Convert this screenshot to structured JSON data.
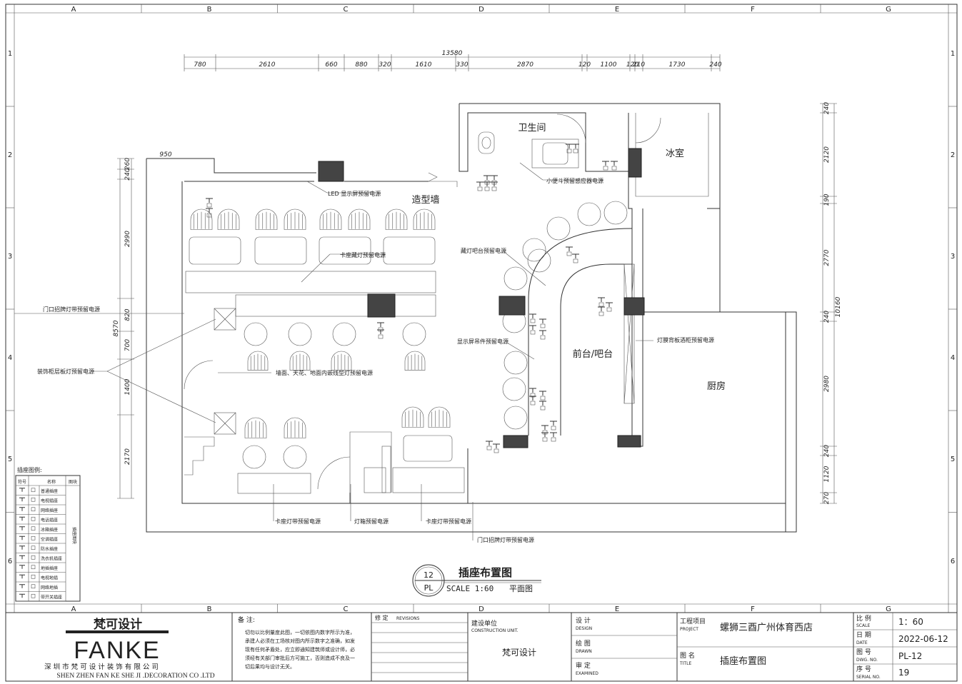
{
  "grid": {
    "columns": [
      "A",
      "B",
      "C",
      "D",
      "E",
      "F",
      "G"
    ],
    "rows": [
      "1",
      "2",
      "3",
      "4",
      "5",
      "6"
    ]
  },
  "dimensions": {
    "total_top": "13580",
    "top": [
      "780",
      "2610",
      "660",
      "880",
      "320",
      "1610",
      "330",
      "2870",
      "120",
      "1100",
      "120",
      "210",
      "1730",
      "240"
    ],
    "left_total": "8570",
    "left": [
      "260",
      "240",
      "2990",
      "820",
      "700",
      "1400",
      "2170"
    ],
    "left_top_width": "950",
    "right_total": "10160",
    "right": [
      "240",
      "2120",
      "190",
      "2770",
      "240",
      "2980",
      "240",
      "1120",
      "270"
    ]
  },
  "rooms": {
    "restroom": "卫生间",
    "cold_room": "冰室",
    "feature_wall": "造型墙",
    "bar": "前台/吧台",
    "kitchen": "厨房"
  },
  "notes": {
    "led": "LED 显示屏预留电源",
    "urinal": "小便斗预留感应器电源",
    "booth_hidden": "卡座藏灯预留电源",
    "bar_hidden": "藏灯吧台预留电源",
    "door_sign_left": "门口招牌灯带预留电源",
    "decor_cabinet": "装饰柜层板灯预留电源",
    "screen_hang": "显示屏吊件预留电源",
    "wall_light": "墙面、天花、地面内嵌线型灯预留电源",
    "lightbox": "灯膜背板酒柜预留电源",
    "booth_strip_1": "卡座灯带预留电源",
    "lightbox_reserve": "灯箱预留电源",
    "booth_strip_2": "卡座灯带预留电源",
    "door_sign_bottom": "门口招牌灯带预留电源"
  },
  "legend": {
    "title": "插座图例:",
    "headers": [
      "符号",
      "名称",
      "图块"
    ],
    "items": [
      "普通插座",
      "电视插座",
      "网络插座",
      "电话插座",
      "冰箱插座",
      "空调插座",
      "防水插座",
      "洗衣机插座",
      "地插插座",
      "电视地插",
      "网络地插",
      "带开关插座"
    ],
    "side_label": "插座图块"
  },
  "drawing_title": {
    "number": "12",
    "code": "PL",
    "name": "插座布置图",
    "scale": "SCALE 1:60",
    "kind": "平面图"
  },
  "title_block": {
    "company_cn": "梵可设计",
    "company_logo": "FANKE",
    "company_full_cn": "深 圳 市 梵 可 设 计 装 饰 有 限 公 司",
    "company_full_en": "SHEN ZHEN FAN KE SHE JI .DECORATION CO .LTD",
    "remarks_label": "备 注:",
    "remarks_text": [
      "切勿以比例量度此图，一切依图内数字所示为准，",
      "承建人必须在工场核对图内所示数字之准确，如发",
      "现有任何矛盾处，应立即通知建筑师或设计师，必",
      "须经有关部门审批后方可施工，否则造成不良及一",
      "切后果均与设计无关。"
    ],
    "revisions_label": "修 定",
    "revisions_en": "REVISIONS",
    "construction_label": "建设单位",
    "construction_en": "CONSTRUCTION UNIT.",
    "construction_value": "梵可设计",
    "design_label": "设 计",
    "design_en": "DESIGN",
    "drawn_label": "绘 图",
    "drawn_en": "DRAWN",
    "examined_label": "审 定",
    "examined_en": "EXAMINED",
    "project_label": "工程项目",
    "project_en": "PROJECT",
    "project_value": "螺狮三酉广州体育西店",
    "title_label": "图 名",
    "title_en": "TITLE",
    "title_value": "插座布置图",
    "scale_label": "比 例",
    "scale_en": "SCALE",
    "scale_value": "1：60",
    "date_label": "日 期",
    "date_en": "DATE",
    "date_value": "2022-06-12",
    "dwg_label": "图 号",
    "dwg_en": "DWG. NO.",
    "dwg_value": "PL-12",
    "serial_label": "序 号",
    "serial_en": "SERIAL NO.",
    "serial_value": "19"
  }
}
